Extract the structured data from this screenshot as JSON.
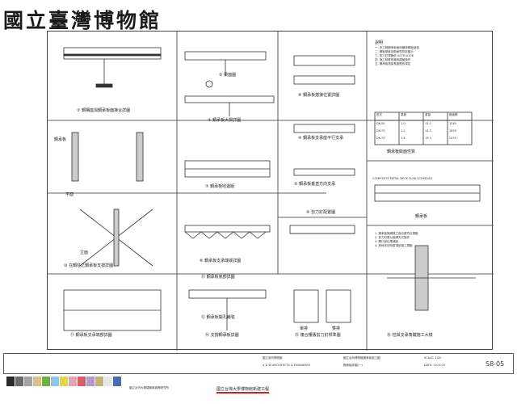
{
  "header": {
    "museum_name": "國立臺灣博物館"
  },
  "captions": {
    "d1": "① 鋼構座與鋼承板面接合詳圖",
    "d2": "② 梁面圖",
    "d3": "③ 鋼承板大樑詳圖",
    "d4": "④ 鋼承板支承座平行支承",
    "d5": "⑤ 鋼承板垂直方向支承",
    "d6": "⑥ 鋼承板支承端縱詳圖",
    "d7": "⑦ 鋼承板收邊版",
    "d8": "⑧ 鋼承板搭接位置詳圖",
    "d9": "⑨ 剪力釘配置圖",
    "d10": "⑩ 在鋼柱之鋼承板支撐詳圖",
    "d11": "⑪ 鋼承板支承端部詳圖",
    "d12": "⑫ 鋼承板開孔補強",
    "d13": "⑬ 鋼承板底部詳圖",
    "d14": "⑭ 支撐鋼承板詳圖",
    "d15": "⑮ 複合樓版剪力釘標準圖",
    "d16": "⑯ 柱與支承角鐵施工大樣",
    "d17": "鋼承板斷面性質",
    "d18": "鋼承板"
  },
  "labels": {
    "steel_deck": "鋼承板",
    "plan": "平面",
    "section": "立面",
    "single": "單排",
    "double": "雙排",
    "composite": "COMPOSITE METAL DECK SLAB SCHEDULE"
  },
  "notes": {
    "note_title": "說明",
    "note_body": "一. 本工程鋼承板使用鍍鋅鋼板製造\n二. 鋼板厚度及斷面性質依圖示\n三. 剪力釘規格依 ASTM A108\n四. 施工時應依廠商建議施作\n五. 鋼承板搭接長度應依規定",
    "note_right": "1. 鋼承板與鋼樑之接合應符合規範\n2. 剪力釘應以熔焊方式施作\n3. 開口部位應補強\n4. 其他未註明事項依施工規範",
    "table_heads": [
      "型式",
      "厚度",
      "重量",
      "斷面積"
    ],
    "table_rows": [
      [
        "DK-50",
        "1.0",
        "12.1",
        "1540"
      ],
      [
        "DK-75",
        "1.2",
        "14.5",
        "1850"
      ],
      [
        "DK-75",
        "1.6",
        "19.3",
        "2470"
      ]
    ]
  },
  "title_block": {
    "client": "國立臺灣博物館",
    "architect": "A & W ARCHITECTS & ENGINEERS",
    "project": "國立台灣博物館鋼承板施工圖",
    "drawing_title": "鋼承板詳圖(一)",
    "sheet_no": "S8-05",
    "scale": "SCALE: 1/20",
    "date": "DATE: 2013.05"
  },
  "colors": {
    "swatches": [
      "#2b2b2b",
      "#6b6b6b",
      "#a3a3a3",
      "#d9c28a",
      "#6fb24a",
      "#8fc8e6",
      "#e3d64a",
      "#e6a4b6",
      "#d95c6a",
      "#b79ac9",
      "#c7b07a",
      "#e7e7e7",
      "#4d6bb3"
    ]
  },
  "footer": {
    "label_small": "國立台灣大學建築與城鄉研究所",
    "sticker": "國立台灣大學博物館新建工程"
  }
}
